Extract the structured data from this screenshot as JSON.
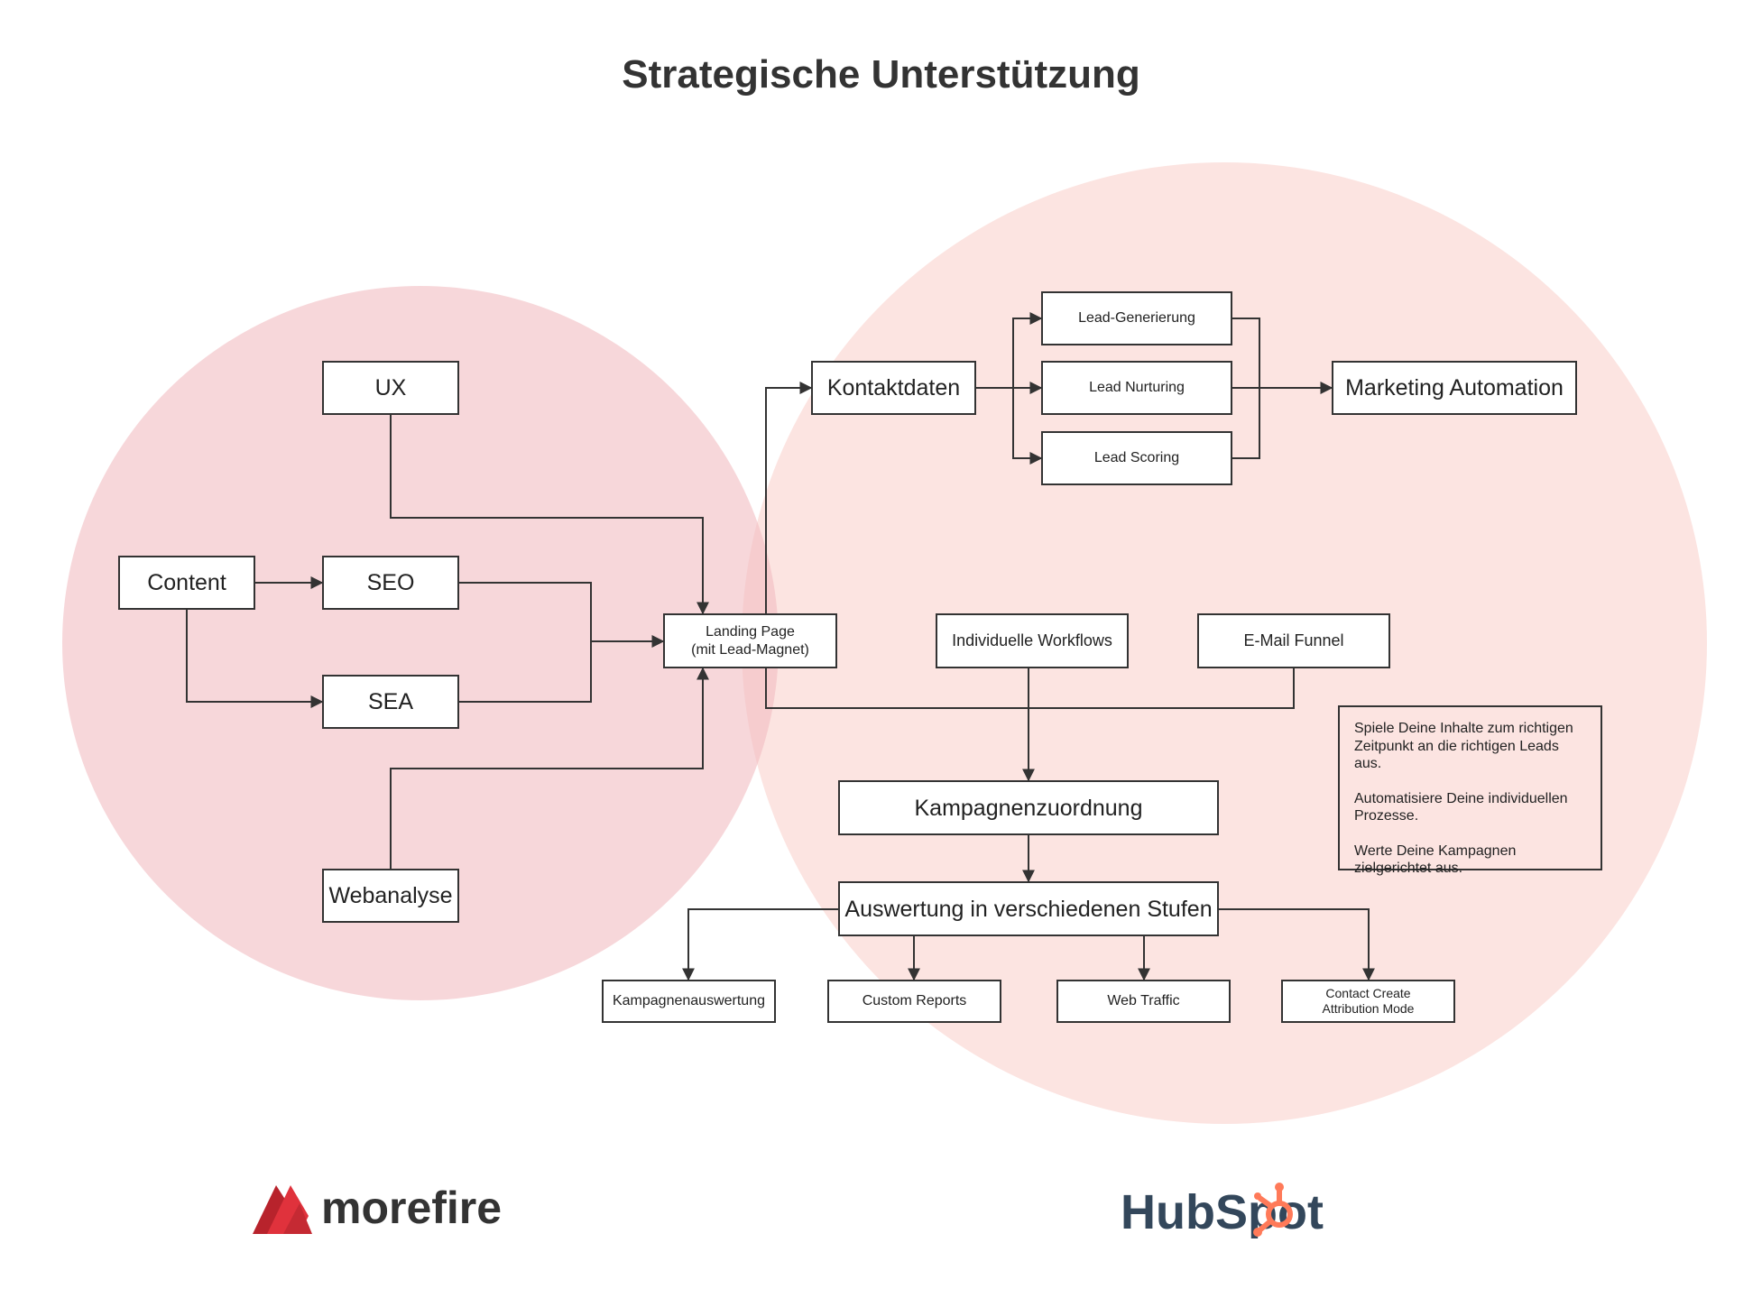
{
  "title": "Strategische Unterstützung",
  "nodes": {
    "ux": "UX",
    "content": "Content",
    "seo": "SEO",
    "sea": "SEA",
    "webanalyse": "Webanalyse",
    "landing_page": "Landing Page\n(mit Lead-Magnet)",
    "kontaktdaten": "Kontaktdaten",
    "lead_generierung": "Lead-Generierung",
    "lead_nurturing": "Lead Nurturing",
    "lead_scoring": "Lead Scoring",
    "marketing_automation": "Marketing Automation",
    "individuelle_workflows": "Individuelle Workflows",
    "email_funnel": "E-Mail Funnel",
    "kampagnenzuordnung": "Kampagnenzuordnung",
    "auswertung": "Auswertung in verschiedenen Stufen",
    "kampagnenauswertung": "Kampagnenauswertung",
    "custom_reports": "Custom Reports",
    "web_traffic": "Web Traffic",
    "contact_create": "Contact Create\nAttribution Mode"
  },
  "note": {
    "line1": "Spiele Deine Inhalte zum richtigen Zeitpunkt an die richtigen Leads aus.",
    "line2": "Automatisiere Deine individuellen Prozesse.",
    "line3": "Werte Deine Kampagnen zielgerichtet aus."
  },
  "logos": {
    "morefire": "morefire",
    "hubspot": "HubSpot"
  },
  "colors": {
    "left_circle": "#f6d6da",
    "right_circle": "#fce4e1",
    "line": "#333333",
    "morefire_red": "#e0323c",
    "hubspot_dark": "#33475b",
    "hubspot_orange": "#ff7a59"
  }
}
